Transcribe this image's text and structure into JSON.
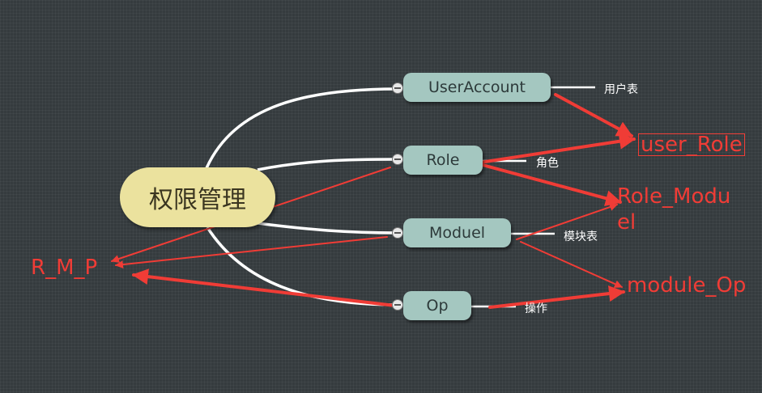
{
  "root": {
    "label": "权限管理"
  },
  "nodes": {
    "useraccount": {
      "label": "UserAccount",
      "note": "用户表"
    },
    "role": {
      "label": "Role",
      "note": "角色"
    },
    "moduel": {
      "label": "Moduel",
      "note": "模块表"
    },
    "op": {
      "label": "Op",
      "note": "操作"
    }
  },
  "tables": {
    "user_role": "user_Role",
    "role_moduel_line1": "Role_Modu",
    "role_moduel_line2": "el",
    "module_op": "module_Op",
    "r_m_p": "R_M_P"
  },
  "colors": {
    "background": "#353b3e",
    "root_fill": "#ebe29e",
    "node_fill": "#a4c7c0",
    "connector": "#ffffff",
    "annotation_red": "#f03c36"
  }
}
